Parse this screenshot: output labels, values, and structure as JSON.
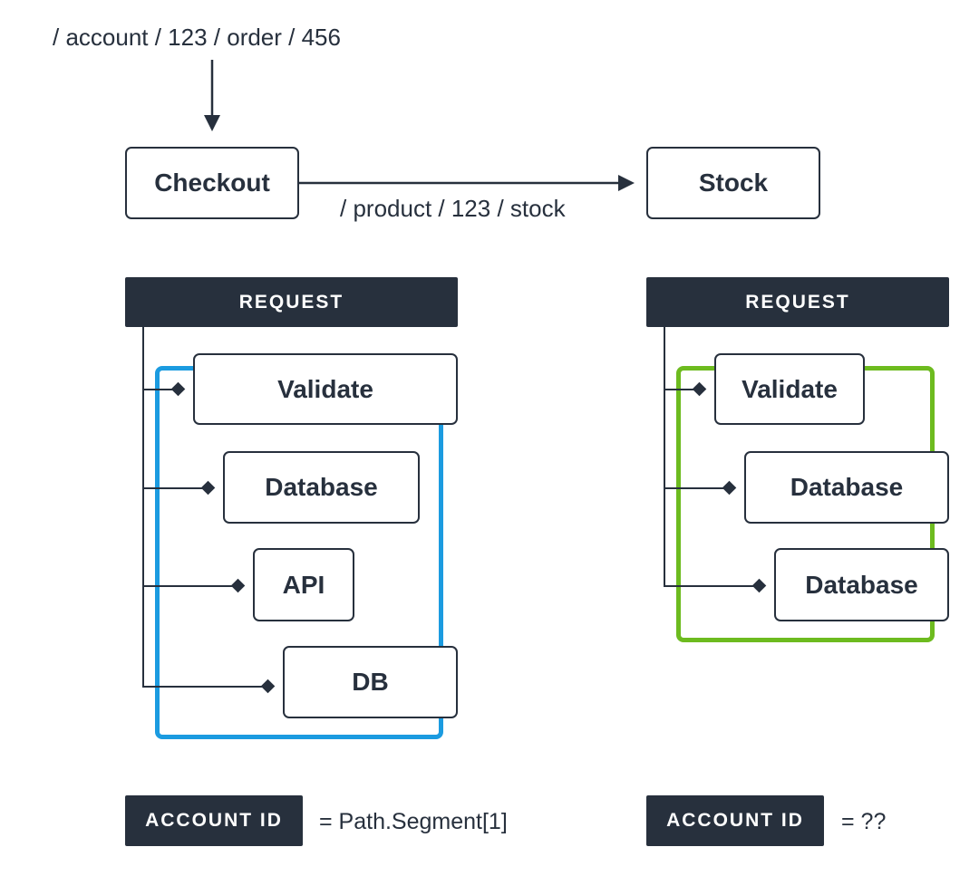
{
  "path_top": "/ account / 123 / order / 456",
  "path_mid": "/ product / 123 / stock",
  "services": {
    "checkout": "Checkout",
    "stock": "Stock"
  },
  "left": {
    "header": "REQUEST",
    "steps": [
      "Validate",
      "Database",
      "API",
      "DB"
    ],
    "frame_color": "#1b9be0",
    "account_label": "ACCOUNT ID",
    "account_value": "= Path.Segment[1]"
  },
  "right": {
    "header": "REQUEST",
    "steps": [
      "Validate",
      "Database",
      "Database"
    ],
    "frame_color": "#6dbb1f",
    "account_label": "ACCOUNT ID",
    "account_value": "= ??"
  },
  "colors": {
    "ink": "#27303d",
    "left_frame": "#1b9be0",
    "right_frame": "#6dbb1f"
  }
}
